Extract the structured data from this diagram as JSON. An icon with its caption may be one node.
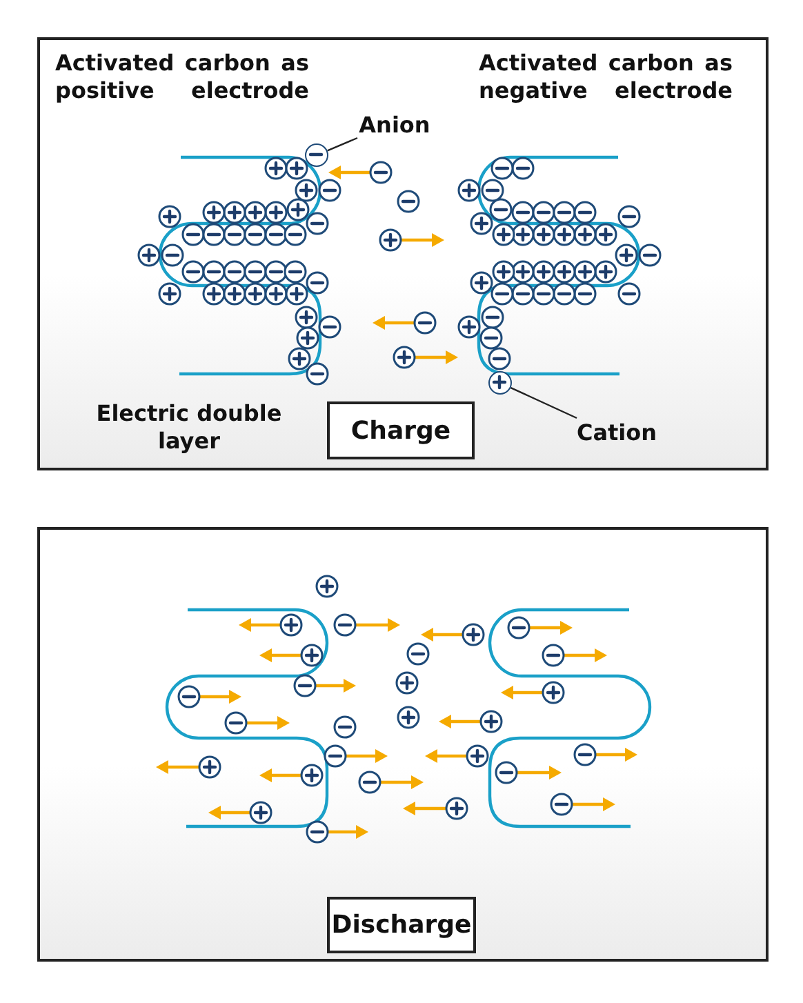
{
  "diagram": {
    "nodes": [
      {
        "text": [],
        "shape": "box"
      },
      {
        "text": [
          "Anion"
        ],
        "in": 0
      },
      {
        "text": [],
        "shape": "circle",
        "in": 0
      },
      {
        "text": [],
        "shape": "circle",
        "in": 0
      },
      {
        "text": [
          "Cation"
        ],
        "in": 0
      },
      {
        "text": [
          "Charge"
        ],
        "in": 0
      },
      {
        "text": [],
        "shape": "box"
      },
      {
        "text": [
          "Discharge"
        ],
        "in": 6
      }
    ],
    "edges": [
      {
        "from": 1,
        "to": 2,
        "arrow": "none"
      },
      {
        "from": 4,
        "to": 3,
        "arrow": "none"
      }
    ],
    "labels": [
      "Activated carbon as positive electrode",
      "Activated carbon as negative electrode",
      "Electric double layer"
    ]
  }
}
